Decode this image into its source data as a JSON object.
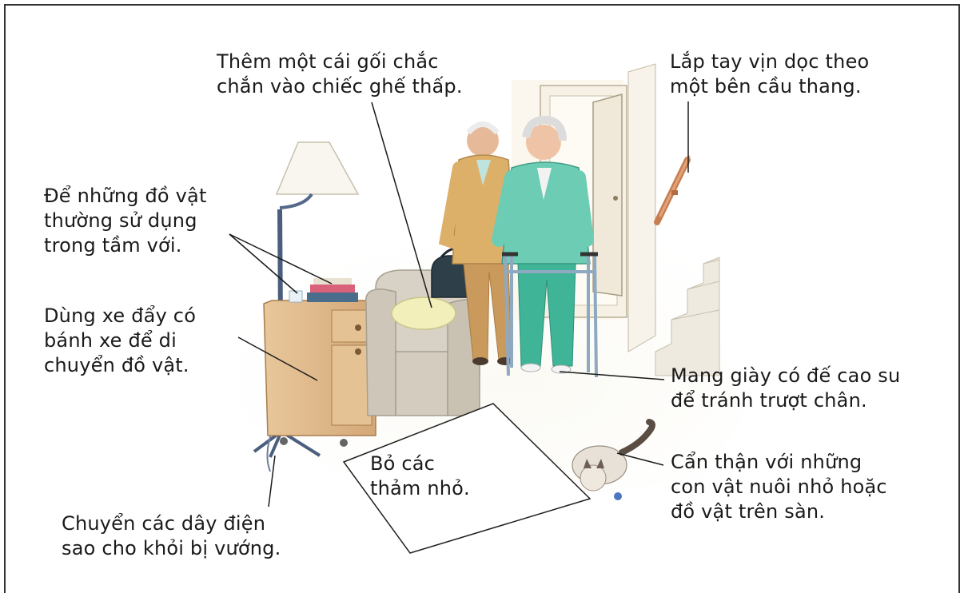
{
  "labels": {
    "pillow": "Thêm một cái gối chắc\nchắn vào chiếc ghế thấp.",
    "handrail": "Lắp tay vịn dọc theo\nmột bên cầu thang.",
    "reach": "Để những đồ vật\nthường sử dụng\ntrong tầm với.",
    "cart": "Dùng xe đẩy có\nbánh xe để di\nchuyển đồ vật.",
    "shoes": "Mang giày có đế cao su\nđể tránh trượt chân.",
    "rugs": "Bỏ các\nthảm nhỏ.",
    "pets": "Cẩn thận với những\ncon vật nuôi nhỏ hoặc\nđồ vật trên sàn.",
    "cords": "Chuyển các dây điện\nsao cho khỏi bị vướng."
  }
}
